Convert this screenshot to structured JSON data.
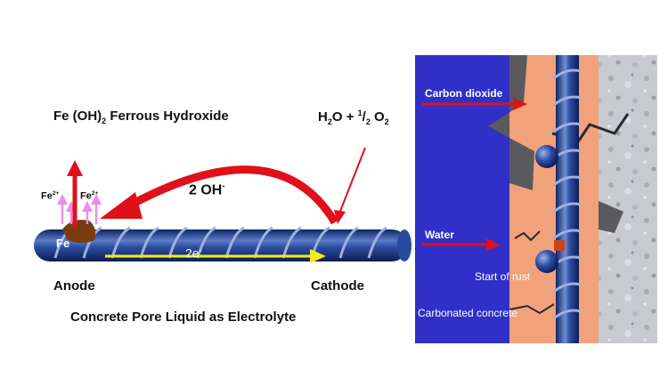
{
  "left": {
    "ferrous_formula_prefix": "Fe (OH)",
    "ferrous_formula_sub": "2",
    "ferrous_formula_name": " Ferrous Hydroxide",
    "reactant_prefix": "H",
    "reactant_sub1": "2",
    "reactant_mid": "O + ",
    "reactant_frac_num": "1",
    "reactant_frac_slash": "/",
    "reactant_frac_den": "2",
    "reactant_o": " O",
    "reactant_sub2": "2",
    "hydroxide_label": "2 OH",
    "hydroxide_sup": "-",
    "ion_label": "Fe",
    "ion_sup": "2+",
    "fe_label": "Fe",
    "electron_label": "2e",
    "electron_sup": "-",
    "anode_label": "Anode",
    "cathode_label": "Cathode",
    "caption": "Concrete Pore Liquid as Electrolyte"
  },
  "right": {
    "carbon_dioxide_label": "Carbon dioxide",
    "water_label": "Water",
    "rust_label": "Start of rust",
    "carbonated_label": "Carbonated concrete"
  },
  "colors": {
    "rebar_blue": "#1f3e8c",
    "rebar_light": "#6f8fd0",
    "arrow_red": "#e0101a",
    "ion_pink": "#e88ee8",
    "panel_blue": "#3030c8",
    "carbonated_salmon": "#f2a27a",
    "concrete_grey": "#c9cbd0",
    "electron_yellow": "#f2ee1a",
    "rust_brown": "#7a3a12"
  }
}
